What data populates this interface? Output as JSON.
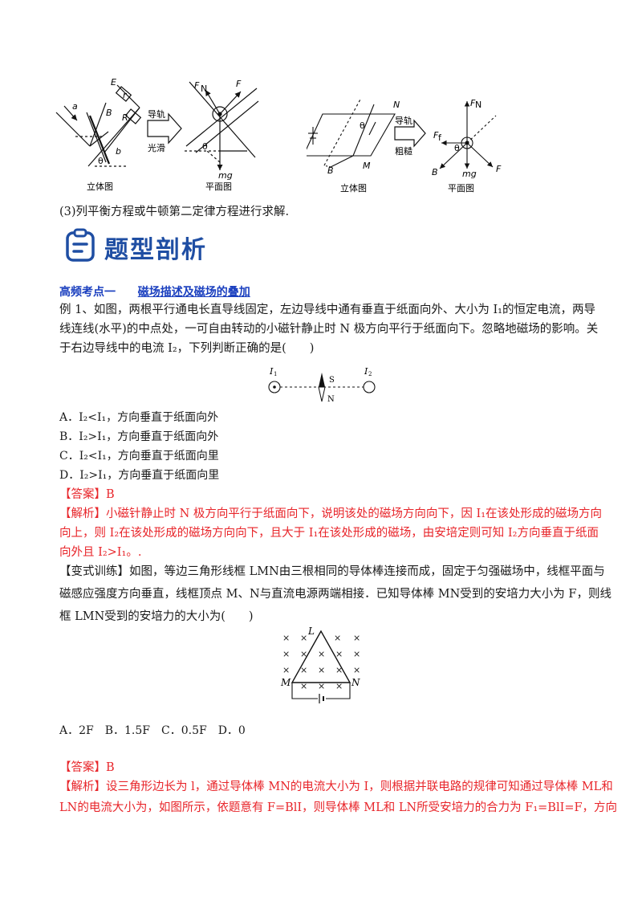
{
  "figures_top": {
    "fig1": {
      "caption_left": "立体图",
      "caption_right": "平面图",
      "arrow_label_line1": "导轨",
      "arrow_label_line2": "光滑",
      "labels": {
        "E": "E",
        "r": "r",
        "B": "B",
        "R": "R",
        "a": "a",
        "b": "b",
        "theta": "θ",
        "FN": "F",
        "N_sub": "N",
        "F": "F",
        "mg": "mg"
      }
    },
    "fig2": {
      "caption_left": "立体图",
      "caption_right": "平面图",
      "arrow_label_line1": "导轨",
      "arrow_label_line2": "粗糙",
      "labels": {
        "N": "N",
        "M": "M",
        "B": "B",
        "theta": "θ",
        "FN": "F",
        "N_sub": "N",
        "Ff": "F",
        "f_sub": "f",
        "F": "F",
        "mg": "mg"
      }
    }
  },
  "step3": "(3)列平衡方程或牛顿第二定律方程进行求解.",
  "section_title": "题型剖析",
  "topic": {
    "label": "高频考点一",
    "title": "磁场描述及磁场的叠加"
  },
  "example1": {
    "lines": [
      "例 1、如图，两根平行通电长直导线固定，左边导线中通有垂直于纸面向外、大小为 I₁的恒定电流，两导",
      "线连线(水平)的中点处，一可自由转动的小磁针静止时 N 极方向平行于纸面向下。忽略地磁场的影响。关",
      "于右边导线中的电流 I₂，下列判断正确的是(　　)"
    ],
    "figure": {
      "I1": "I",
      "I1_sub": "1",
      "I2": "I",
      "I2_sub": "2",
      "S": "S",
      "N": "N"
    },
    "options": [
      "A．I₂<I₁，方向垂直于纸面向外",
      "B．I₂>I₁，方向垂直于纸面向外",
      "C．I₂<I₁，方向垂直于纸面向里",
      "D．I₂>I₁，方向垂直于纸面向里"
    ],
    "answer": "【答案】B",
    "analysis": [
      "【解析】小磁针静止时 N 极方向平行于纸面向下，说明该处的磁场方向向下，因 I₁在该处形成的磁场方向",
      "向上，则 I₂在该处形成的磁场方向向下，且大于 I₁在该处形成的磁场，由安培定则可知 I₂方向垂直于纸面",
      "向外且 I₂>I₁。."
    ]
  },
  "variant": {
    "lines": [
      "【变式训练】如图，等边三角形线框 LMN由三根相同的导体棒连接而成，固定于匀强磁场中，线框平面与",
      "磁感应强度方向垂直，线框顶点 M、N与直流电源两端相接．已知导体棒 MN受到的安培力大小为 F，则线",
      "框 LMN受到的安培力的大小为(　　)"
    ],
    "figure": {
      "L": "L",
      "M": "M",
      "N": "N",
      "cross": "×"
    },
    "options_line": "A．2F　B．1.5F　C．0.5F　D．0",
    "answer": "【答案】B",
    "analysis": [
      "【解析】设三角形边长为 l，通过导体棒 MN的电流大小为 I，则根据并联电路的规律可知通过导体棒 ML和",
      "LN的电流大小为，如图所示，依题意有 F=BlI，则导体棒 ML和 LN所受安培力的合力为 F₁=BlI=F，方向"
    ]
  },
  "colors": {
    "accent": "#1f4ea3",
    "answer_red": "#e8252a",
    "topic_blue": "#1a3fbf"
  }
}
